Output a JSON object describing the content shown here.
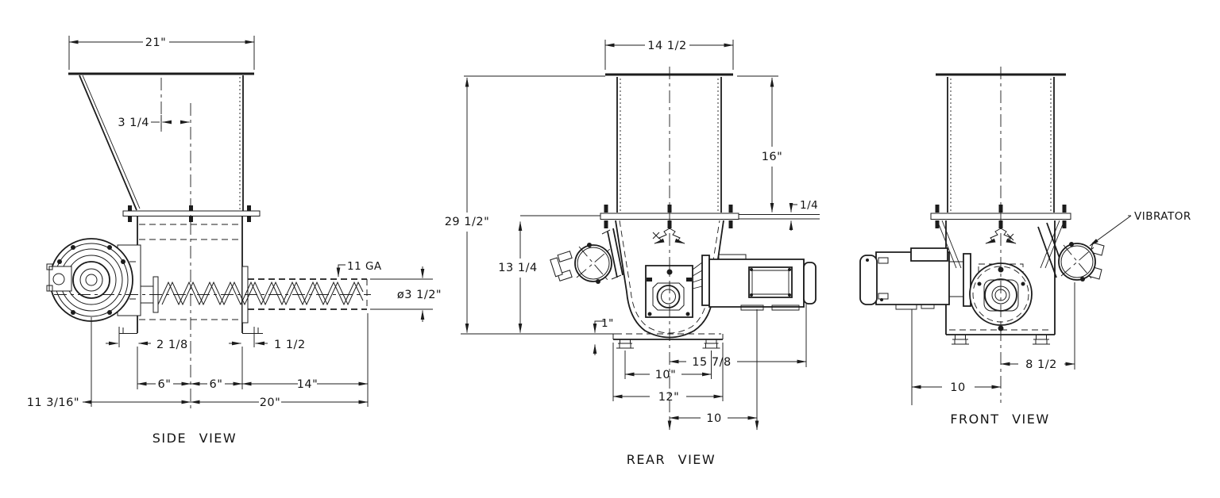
{
  "drawing_title": "screw feeder three-view dimensional drawing",
  "views": {
    "side": {
      "label": "SIDE VIEW",
      "dims": {
        "hopper_top_width": "21\"",
        "center_offset": "3 1/4",
        "tube_gauge": "11 GA",
        "tube_diameter": "ø3 1/2\"",
        "drive_gap": "2 1/8",
        "discharge_gap": "1 1/2",
        "trough_front_half": "6\"",
        "trough_rear_half": "6\"",
        "tube_length": "14\"",
        "drive_overhang": "11 3/16\"",
        "overall_length": "20\""
      }
    },
    "rear": {
      "label": "REAR VIEW",
      "dims": {
        "hopper_top_width": "14 1/2",
        "overall_height": "29 1/2\"",
        "hopper_height": "16\"",
        "flange_thickness": "1/4",
        "trough_height": "13 1/4",
        "foot_height": "1\"",
        "motor_extension": "15 7/8",
        "foot_spacing": "10\"",
        "base_width": "12\"",
        "motor_center_offset": "10"
      }
    },
    "front": {
      "label": "FRONT VIEW",
      "callout_vibrator": "VIBRATOR",
      "dims": {
        "vibrator_offset": "8 1/2",
        "motor_center_offset": "10"
      }
    }
  }
}
